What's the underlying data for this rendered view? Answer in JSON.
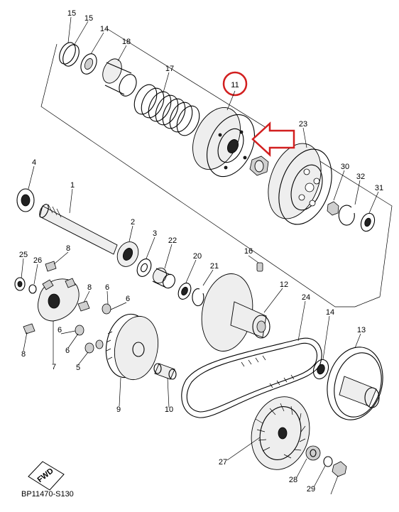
{
  "diagram_code": "BP11470-S130",
  "fwd_label": "FWD",
  "highlight": {
    "color": "#d21f1f",
    "part": "11"
  },
  "callouts": [
    {
      "id": "c15a",
      "text": "15"
    },
    {
      "id": "c15b",
      "text": "15"
    },
    {
      "id": "c14a",
      "text": "14"
    },
    {
      "id": "c18",
      "text": "18"
    },
    {
      "id": "c17",
      "text": "17"
    },
    {
      "id": "c11",
      "text": "11"
    },
    {
      "id": "c23",
      "text": "23"
    },
    {
      "id": "c4",
      "text": "4"
    },
    {
      "id": "c1",
      "text": "1"
    },
    {
      "id": "c30",
      "text": "30"
    },
    {
      "id": "c32",
      "text": "32"
    },
    {
      "id": "c31",
      "text": "31"
    },
    {
      "id": "c2",
      "text": "2"
    },
    {
      "id": "c3",
      "text": "3"
    },
    {
      "id": "c22",
      "text": "22"
    },
    {
      "id": "c25",
      "text": "25"
    },
    {
      "id": "c26",
      "text": "26"
    },
    {
      "id": "c8a",
      "text": "8"
    },
    {
      "id": "c20",
      "text": "20"
    },
    {
      "id": "c16",
      "text": "16"
    },
    {
      "id": "c21",
      "text": "21"
    },
    {
      "id": "c12",
      "text": "12"
    },
    {
      "id": "c8b",
      "text": "8"
    },
    {
      "id": "c6a",
      "text": "6"
    },
    {
      "id": "c6b",
      "text": "6"
    },
    {
      "id": "c24",
      "text": "24"
    },
    {
      "id": "c14b",
      "text": "14"
    },
    {
      "id": "c13",
      "text": "13"
    },
    {
      "id": "c6c",
      "text": "6"
    },
    {
      "id": "c6d",
      "text": "6"
    },
    {
      "id": "c8c",
      "text": "8"
    },
    {
      "id": "c7",
      "text": "7"
    },
    {
      "id": "c5",
      "text": "5"
    },
    {
      "id": "c9",
      "text": "9"
    },
    {
      "id": "c10",
      "text": "10"
    },
    {
      "id": "c27",
      "text": "27"
    },
    {
      "id": "c28",
      "text": "28"
    },
    {
      "id": "c29",
      "text": "29"
    }
  ]
}
